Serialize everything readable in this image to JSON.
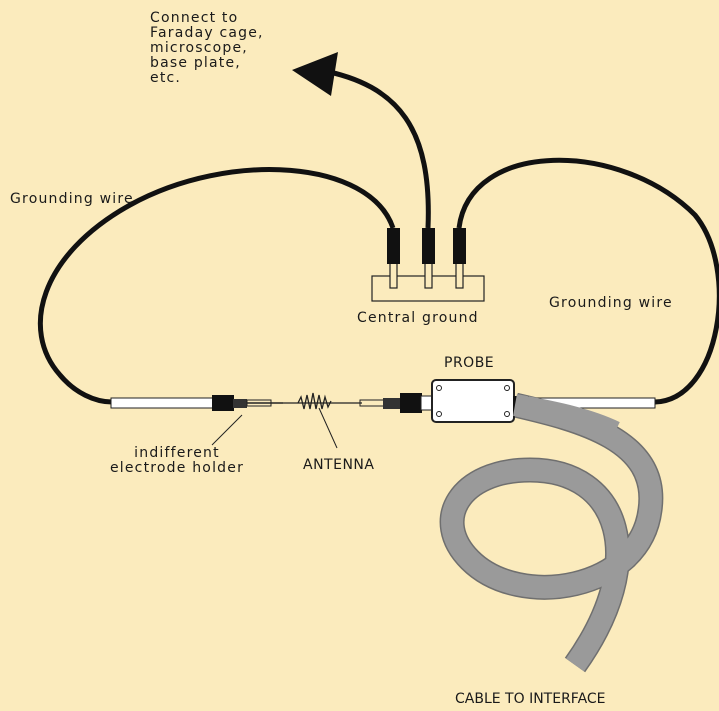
{
  "colors": {
    "background": "#fbebbd",
    "wire": "#111111",
    "cable": "#9a9a9a",
    "cable_edge": "#6f6f6f"
  },
  "labels": {
    "connect_lines": [
      "Connect to",
      "Faraday cage,",
      "microscope,",
      "base plate,",
      "etc."
    ],
    "grounding_wire_left": "Grounding wire",
    "grounding_wire_right": "Grounding wire",
    "central_ground": "Central ground",
    "probe": "PROBE",
    "holder_line1": "indifferent",
    "holder_line2": "electrode holder",
    "antenna": "ANTENNA",
    "cable_to_interface": "CABLE TO INTERFACE"
  }
}
